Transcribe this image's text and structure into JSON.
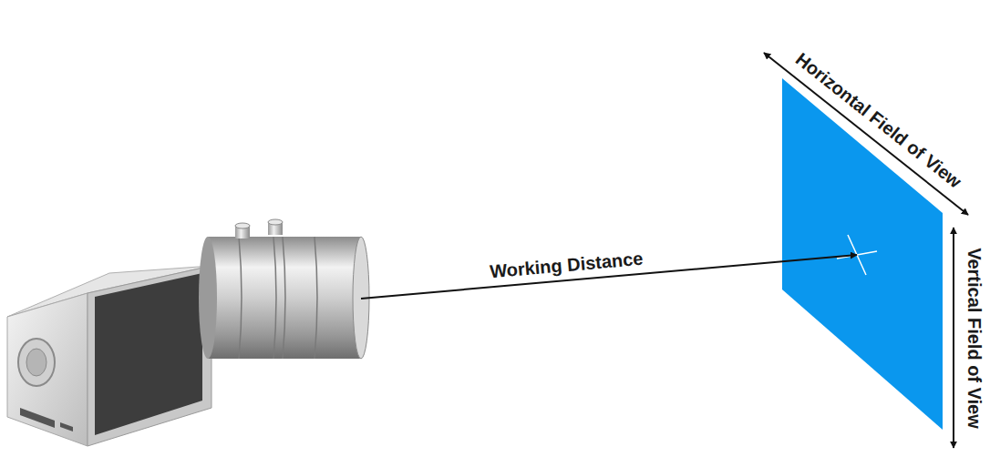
{
  "diagram": {
    "labels": [
      "Working Distance",
      "Horizontal Field of View",
      "Vertical Field of View"
    ]
  }
}
